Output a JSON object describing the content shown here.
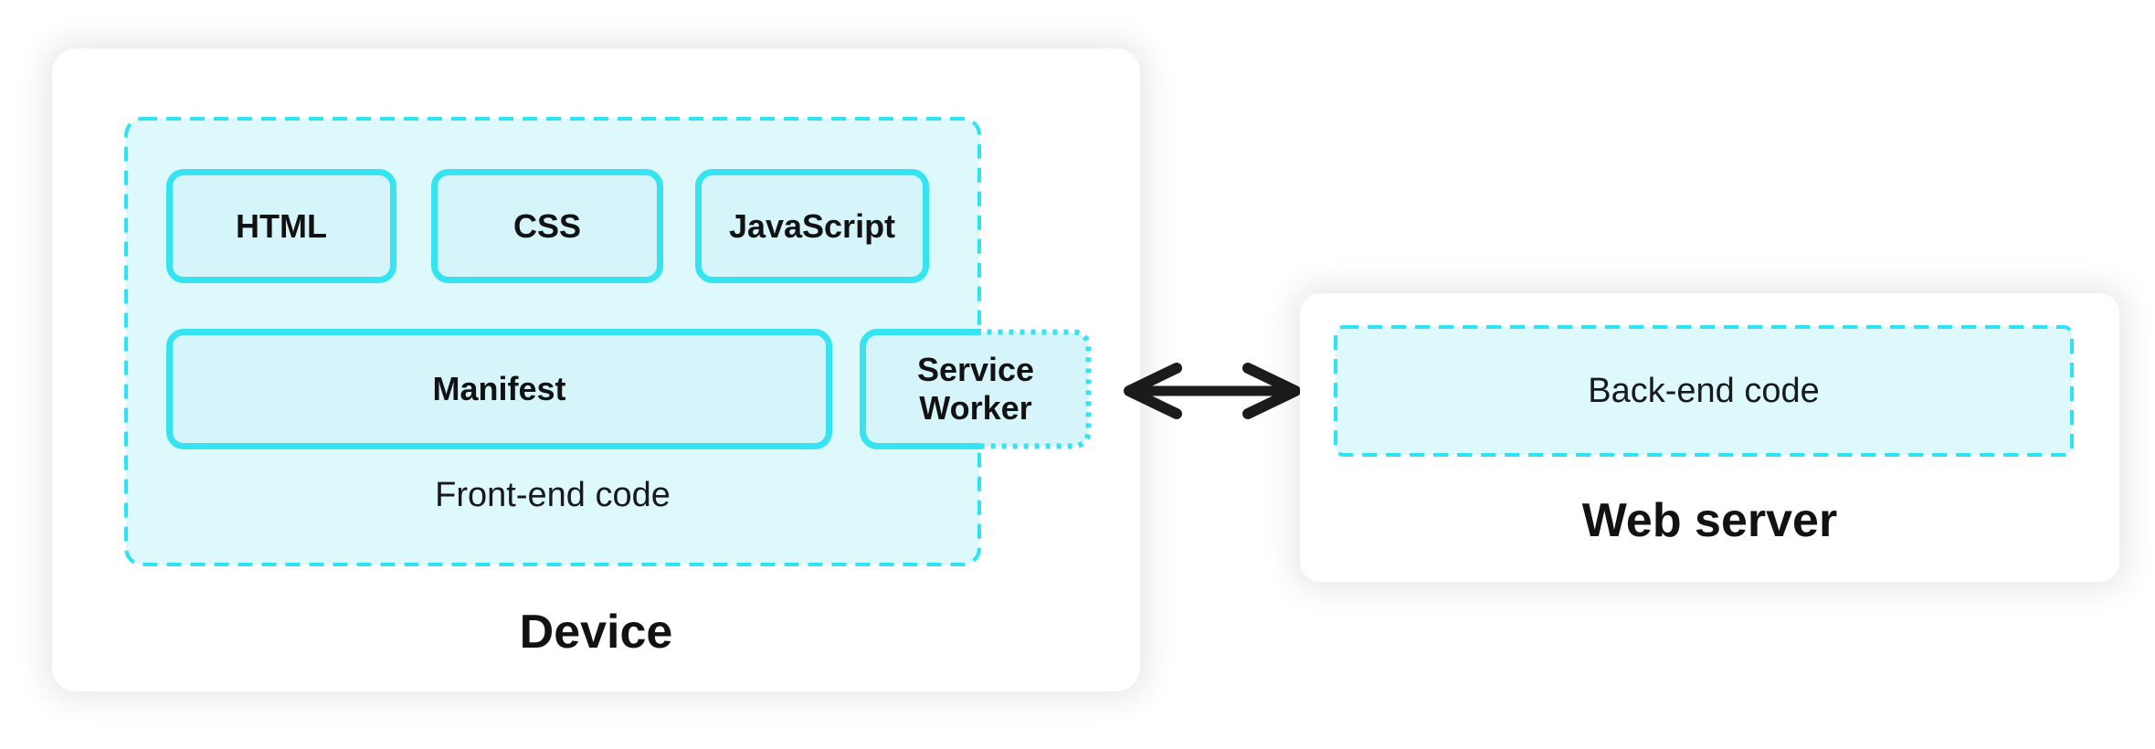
{
  "device": {
    "label": "Device",
    "frontend": {
      "label": "Front-end code",
      "files": [
        {
          "label": "HTML"
        },
        {
          "label": "CSS"
        },
        {
          "label": "JavaScript"
        }
      ],
      "manifest": {
        "label": "Manifest"
      },
      "service_worker": {
        "label": "Service Worker"
      }
    }
  },
  "connection": {
    "icon": "double-headed-arrow"
  },
  "web_server": {
    "label": "Web server",
    "backend": {
      "label": "Back-end code"
    }
  },
  "colors": {
    "accent_cyan_border": "#35e3f1",
    "accent_cyan_dash": "#2ee4f2",
    "zone_fill_cyan": "#def9fc",
    "box_fill_cyan": "#d6f5fa",
    "card_white": "#ffffff",
    "text_black": "#121212",
    "arrow_black": "#1b1b1b"
  }
}
